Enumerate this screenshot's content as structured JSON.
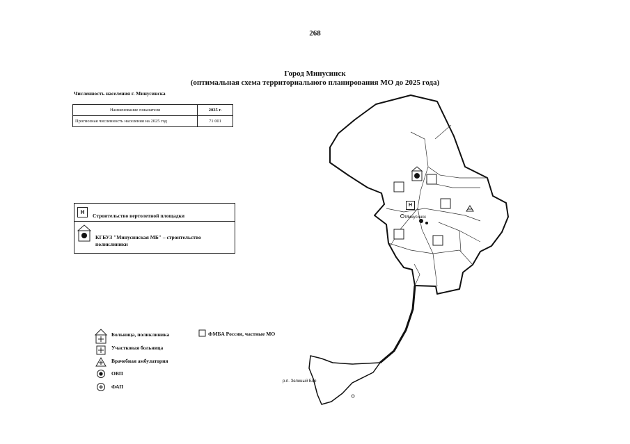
{
  "page_number": "268",
  "title": {
    "line1": "Город Минусинск",
    "line2": "(оптимальная схема территориального планирования МО до 2025 года)"
  },
  "population": {
    "caption": "Численность населения г. Минусинска",
    "header": [
      "Наименование показателя",
      "2025 г."
    ],
    "row": [
      "Прогнозная численность населения на 2025 год",
      "71 001"
    ]
  },
  "box_legend": {
    "helipad_glyph": "H",
    "helipad_label": "Строительство вертолетной площадки",
    "clinic_label": "КГБУЗ \"Минусинская МБ\" – строительство поликлиники"
  },
  "legend": {
    "hospital": "Больница, поликлиника",
    "district_hospital": "Участковая больница",
    "ambulatory": "Врачебная амбулатория",
    "ovp": "ОВП",
    "fap": "ФАП",
    "fmba": "ФМБА России, частные МО"
  },
  "map": {
    "city_label": "Минусинск",
    "village_label": "р.п. Зеленый Бор",
    "helipad_glyph": "H"
  }
}
